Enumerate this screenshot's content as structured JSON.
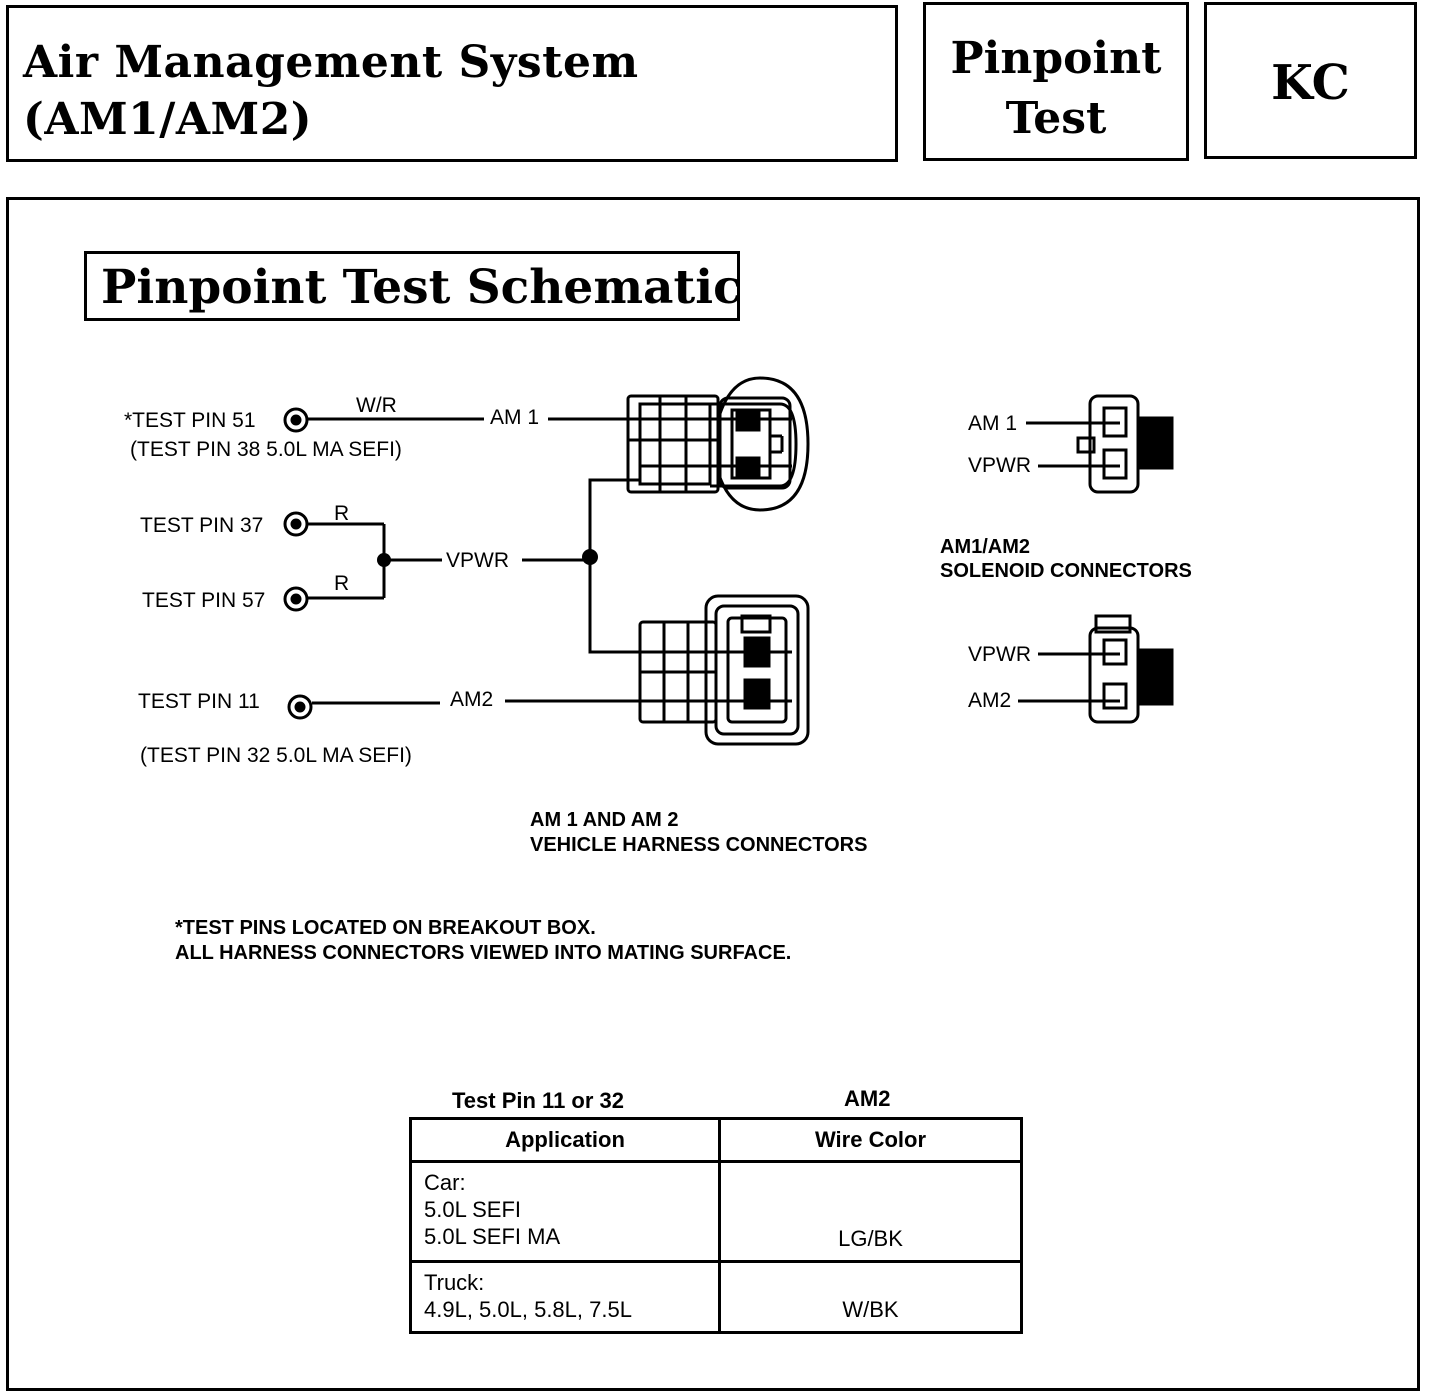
{
  "header": {
    "title_line1": "Air Management System",
    "title_line2": "(AM1/AM2)",
    "test_type_line1": "Pinpoint",
    "test_type_line2": "Test",
    "test_code": "KC"
  },
  "schematic": {
    "title": "Pinpoint Test Schematic",
    "pins": [
      {
        "label": "*TEST PIN 51",
        "note": "(TEST PIN 38 5.0L MA SEFI)",
        "wire": "W/R",
        "circuit": "AM 1"
      },
      {
        "label": "TEST PIN 37",
        "wire": "R"
      },
      {
        "label": "TEST PIN 57",
        "wire": "R"
      },
      {
        "label": "TEST PIN 11",
        "note": "(TEST PIN 32 5.0L MA SEFI)",
        "circuit": "AM2"
      }
    ],
    "junction_label": "VPWR",
    "harness_caption_line1": "AM 1 AND AM 2",
    "harness_caption_line2": "VEHICLE HARNESS CONNECTORS",
    "solenoid": {
      "top_am1": "AM 1",
      "top_vpwr": "VPWR",
      "caption_line1": "AM1/AM2",
      "caption_line2": "SOLENOID CONNECTORS",
      "bottom_vpwr": "VPWR",
      "bottom_am2": "AM2"
    },
    "notes_line1": "*TEST PINS LOCATED ON BREAKOUT BOX.",
    "notes_line2": "ALL HARNESS CONNECTORS VIEWED INTO MATING SURFACE."
  },
  "wire_table": {
    "caption_left": "Test Pin 11 or 32",
    "caption_right": "AM2",
    "headers": [
      "Application",
      "Wire Color"
    ],
    "rows": [
      {
        "application": [
          "Car:",
          "5.0L SEFI",
          "5.0L SEFI MA"
        ],
        "wire_color": "LG/BK"
      },
      {
        "application": [
          "Truck:",
          "4.9L, 5.0L, 5.8L, 7.5L"
        ],
        "wire_color": "W/BK"
      }
    ]
  }
}
